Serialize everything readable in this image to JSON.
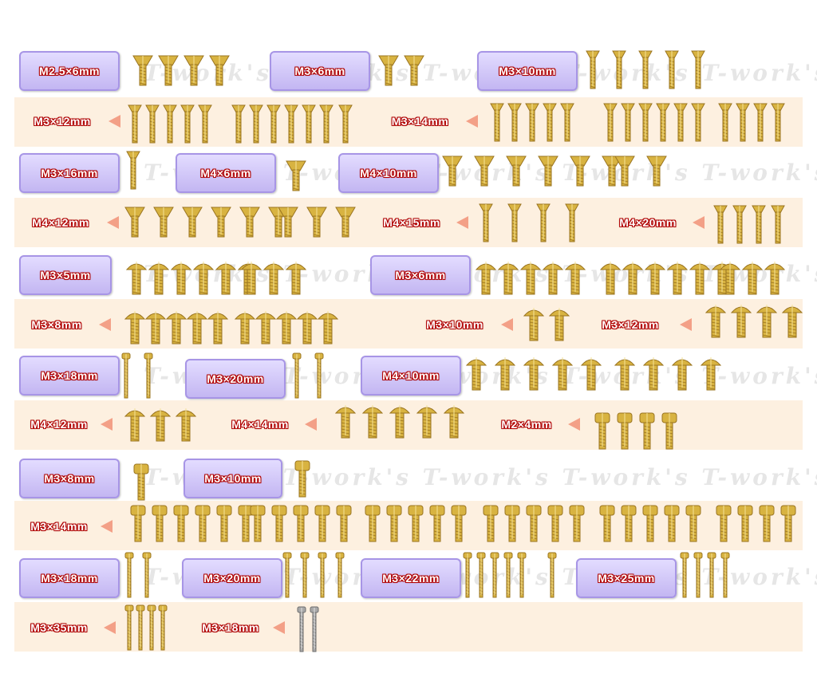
{
  "watermark": "T-work's  T-work's  T-work's  T-work's  T-work's",
  "colors": {
    "gold": "#d8b341",
    "silver": "#a8a8a8",
    "arrow": "#f3a087",
    "stripe": "#fdf0e0",
    "label_box": "#c8bcf2",
    "label_outline": "#b10000"
  },
  "labels": [
    "M2.5×6mm",
    "M3×6mm",
    "M3×10mm",
    "M3×12mm",
    "M3×14mm",
    "M3×16mm",
    "M4×6mm",
    "M4×10mm",
    "M4×12mm",
    "M4×15mm",
    "M4×20mm",
    "M3×5mm",
    "M3×6mm",
    "M3×8mm",
    "M3×10mm",
    "M3×12mm",
    "M3×18mm",
    "M3×20mm",
    "M4×10mm",
    "M4×12mm",
    "M4×14mm",
    "M2×4mm",
    "M3×8mm",
    "M3×10mm",
    "M3×14mm",
    "M3×18mm",
    "M3×20mm",
    "M3×22mm",
    "M3×25mm",
    "M3×35mm",
    "M3×18mm"
  ]
}
